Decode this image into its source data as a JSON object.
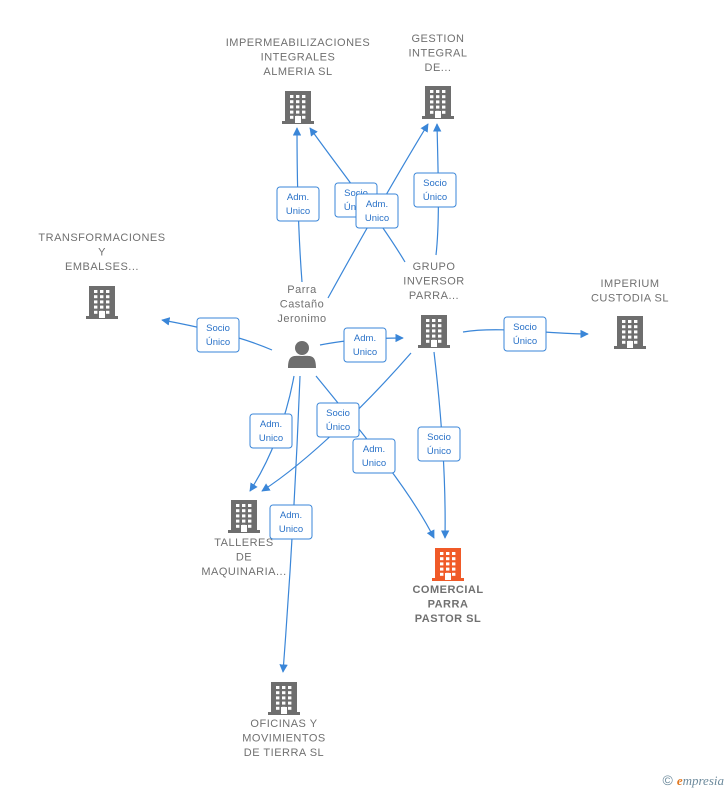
{
  "colors": {
    "node": "#6e6e6e",
    "node_highlight": "#f05a28",
    "edge": "#3a86d8",
    "label": "#707070"
  },
  "nodes": [
    {
      "id": "imperm",
      "type": "company",
      "icon": "building-icon",
      "label": [
        "IMPERMEABILIZACIONES",
        "INTEGRALES",
        "ALMERIA SL"
      ]
    },
    {
      "id": "gestion",
      "type": "company",
      "icon": "building-icon",
      "label": [
        "GESTION",
        "INTEGRAL",
        "DE..."
      ]
    },
    {
      "id": "transf",
      "type": "company",
      "icon": "building-icon",
      "label": [
        "TRANSFORMACIONES",
        "Y",
        "EMBALSES..."
      ]
    },
    {
      "id": "person",
      "type": "person",
      "icon": "person-icon",
      "label": [
        "Parra",
        "Castaño",
        "Jeronimo"
      ]
    },
    {
      "id": "grupo",
      "type": "company",
      "icon": "building-icon",
      "label": [
        "GRUPO",
        "INVERSOR",
        "PARRA..."
      ]
    },
    {
      "id": "imperium",
      "type": "company",
      "icon": "building-icon",
      "label": [
        "IMPERIUM",
        "CUSTODIA SL"
      ]
    },
    {
      "id": "talleres",
      "type": "company",
      "icon": "building-icon",
      "label": [
        "TALLERES",
        "DE",
        "MAQUINARIA..."
      ]
    },
    {
      "id": "comercial",
      "type": "company",
      "icon": "building-icon",
      "highlight": true,
      "label": [
        "COMERCIAL",
        "PARRA",
        "PASTOR SL"
      ]
    },
    {
      "id": "oficinas",
      "type": "company",
      "icon": "building-icon",
      "label": [
        "OFICINAS Y",
        "MOVIMIENTOS",
        "DE TIERRA SL"
      ]
    }
  ],
  "edges": [
    {
      "from": "person",
      "to": "imperm",
      "label": [
        "Adm.",
        "Unico"
      ]
    },
    {
      "from": "grupo",
      "to": "imperm",
      "label": [
        "Socio",
        "Único"
      ]
    },
    {
      "from": "person",
      "to": "gestion",
      "label": [
        "Adm.",
        "Unico"
      ]
    },
    {
      "from": "grupo",
      "to": "gestion",
      "label": [
        "Socio",
        "Único"
      ]
    },
    {
      "from": "person",
      "to": "transf",
      "label": [
        "Socio",
        "Único"
      ]
    },
    {
      "from": "person",
      "to": "grupo",
      "label": [
        "Adm.",
        "Unico"
      ]
    },
    {
      "from": "grupo",
      "to": "imperium",
      "label": [
        "Socio",
        "Único"
      ]
    },
    {
      "from": "person",
      "to": "talleres",
      "label": [
        "Adm.",
        "Unico"
      ]
    },
    {
      "from": "grupo",
      "to": "talleres",
      "label": [
        "Socio",
        "Único"
      ]
    },
    {
      "from": "person",
      "to": "comercial",
      "label": [
        "Adm.",
        "Unico"
      ]
    },
    {
      "from": "grupo",
      "to": "comercial",
      "label": [
        "Socio",
        "Único"
      ]
    },
    {
      "from": "person",
      "to": "oficinas",
      "label": [
        "Adm.",
        "Unico"
      ]
    }
  ],
  "watermark": {
    "symbol": "©",
    "brand_initial": "e",
    "brand_rest": "mpresia"
  }
}
